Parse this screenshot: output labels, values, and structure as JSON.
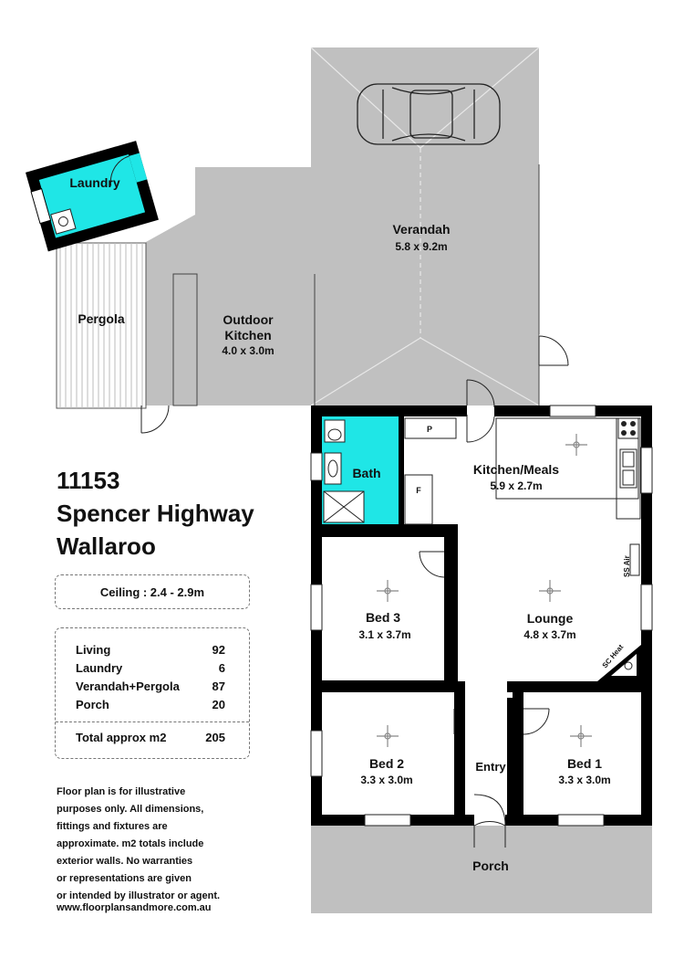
{
  "rooms": {
    "laundry": {
      "name": "Laundry"
    },
    "verandah": {
      "name": "Verandah",
      "dims": "5.8 x 9.2m"
    },
    "pergola": {
      "name": "Pergola"
    },
    "outdoor_kitchen": {
      "name_line1": "Outdoor",
      "name_line2": "Kitchen",
      "dims": "4.0 x 3.0m"
    },
    "bath": {
      "name": "Bath"
    },
    "pantry": {
      "code": "P"
    },
    "fridge": {
      "code": "F"
    },
    "kitchen_meals": {
      "name": "Kitchen/Meals",
      "dims": "5.9 x 2.7m"
    },
    "bed3": {
      "name": "Bed 3",
      "dims": "3.1 x 3.7m"
    },
    "lounge": {
      "name": "Lounge",
      "dims": "4.8 x 3.7m"
    },
    "bed2": {
      "name": "Bed 2",
      "dims": "3.3 x 3.0m"
    },
    "bed1": {
      "name": "Bed 1",
      "dims": "3.3 x 3.0m"
    },
    "entry": {
      "name": "Entry"
    },
    "porch": {
      "name": "Porch"
    }
  },
  "fixtures": {
    "ss_air": "SS Air",
    "sc_heat": "SC Heat"
  },
  "address": {
    "line1": "11153",
    "line2": "Spencer Highway",
    "line3": "Wallaroo"
  },
  "ceiling": "Ceiling : 2.4 - 2.9m",
  "areas": {
    "rows": [
      {
        "name": "Living",
        "value": "92"
      },
      {
        "name": "Laundry",
        "value": "6"
      },
      {
        "name": "Verandah+Pergola",
        "value": "87"
      },
      {
        "name": "Porch",
        "value": "20"
      }
    ],
    "total_label": "Total approx m2",
    "total_value": "205"
  },
  "disclaimer": {
    "lines": [
      "Floor plan is for illustrative",
      "purposes only. All dimensions,",
      "fittings and fixtures are",
      "approximate. m2 totals include",
      "exterior walls. No warranties",
      "or representations are given",
      "or intended by illustrator or agent."
    ]
  },
  "website": "www.floorplansandmore.com.au",
  "colors": {
    "wall": "#000000",
    "outdoor_grey": "#c0c0c0",
    "wet_area_cyan": "#1fe6e6",
    "floor": "#ffffff"
  }
}
